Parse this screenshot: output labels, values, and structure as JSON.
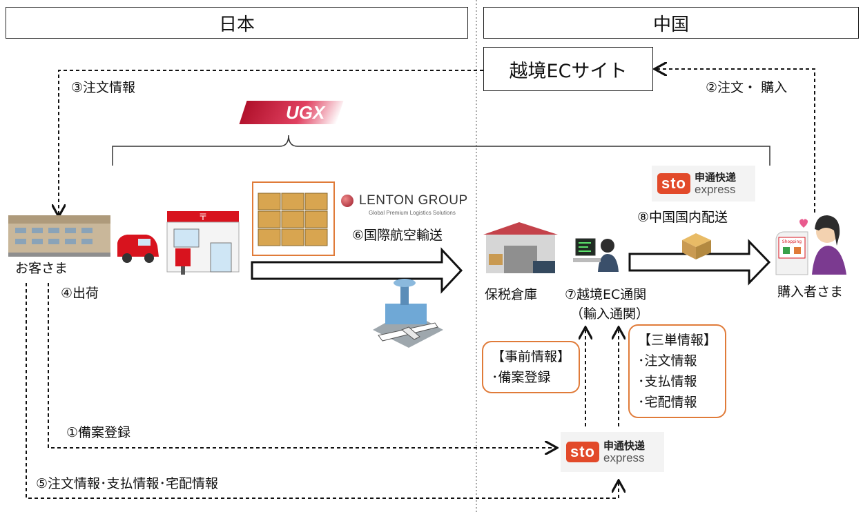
{
  "regions": {
    "japan": "日本",
    "china": "中国"
  },
  "ec_site": "越境ECサイト",
  "flows": {
    "order_info": "③注文情報",
    "order_purchase": "②注文・ 購入",
    "intl_air": "⑥国際航空輸送",
    "domestic": "⑧中国国内配送",
    "shipping": "④出荷",
    "filing": "①備案登録",
    "info_all": "⑤注文情報･支払情報･宅配情報"
  },
  "nodes": {
    "customer": "お客さま",
    "bonded": "保税倉庫",
    "customs_1": "⑦越境EC通関",
    "customs_2": "（輸入通関）",
    "buyer": "購入者さま"
  },
  "pre_info": {
    "title": "【事前情報】",
    "items": [
      "･備案登録"
    ]
  },
  "three_info": {
    "title": "【三単情報】",
    "items": [
      "･注文情報",
      "･支払情報",
      "･宅配情報"
    ]
  },
  "logos": {
    "ugx": "UGX",
    "lenton_name": "LENTON GROUP",
    "lenton_sub": "Global Premium Logistics Solutions",
    "sto_badge": "sto",
    "sto_cn": "申通快递",
    "sto_en": "express"
  },
  "colors": {
    "accent": "#e07b39",
    "sto": "#e24a2a",
    "ugx": "#c8102e"
  }
}
